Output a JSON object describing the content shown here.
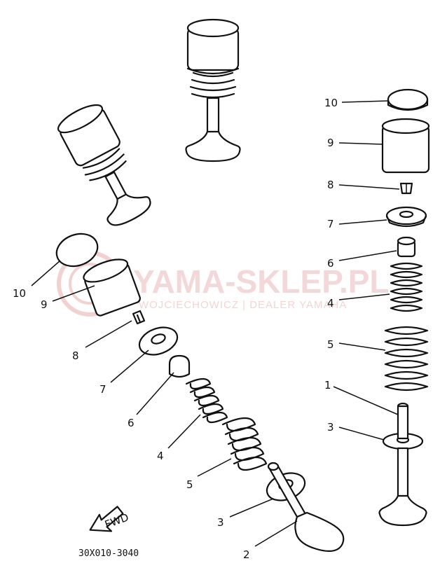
{
  "diagram_code": "30X010-3040",
  "fwd_label": "FWD",
  "watermark": {
    "brand": "YAMA-SKLEP.PL",
    "tagline": "WOJCIECHOWICZ | DEALER YAMAHA"
  },
  "left_callouts": {
    "c10": "10",
    "c9": "9",
    "c8": "8",
    "c7": "7",
    "c6": "6",
    "c4": "4",
    "c5": "5",
    "c3": "3",
    "c2": "2"
  },
  "right_callouts": {
    "c10": "10",
    "c9": "9",
    "c8": "8",
    "c7": "7",
    "c6": "6",
    "c4": "4",
    "c5": "5",
    "c1": "1",
    "c3": "3"
  }
}
